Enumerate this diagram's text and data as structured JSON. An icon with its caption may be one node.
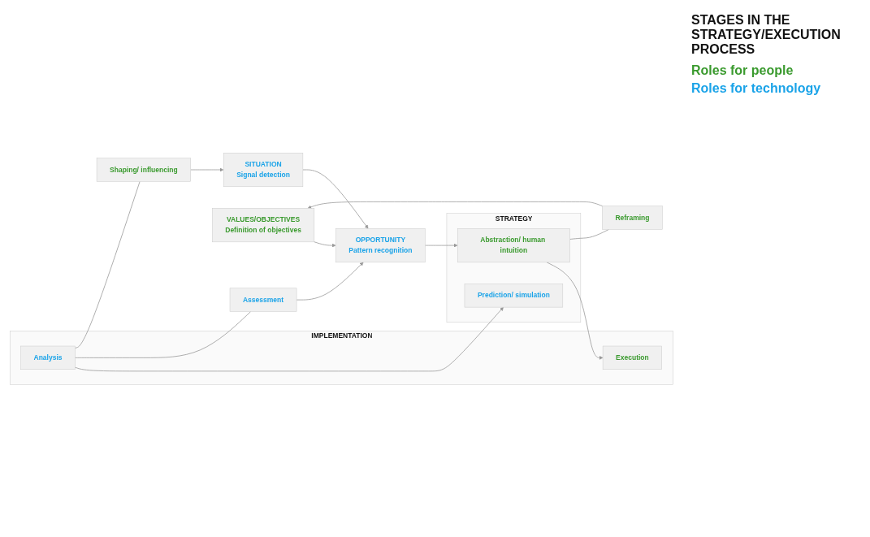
{
  "diagram": {
    "nodes": [
      {
        "text": [
          "VALUES/OBJECTIVES",
          "Definition of objectives"
        ]
      },
      {
        "text": [
          "Reframing"
        ]
      },
      {
        "text": [
          "SITUATION",
          "Signal detection"
        ]
      },
      {
        "text": [
          "OPPORTUNITY",
          "Pattern recognition"
        ]
      },
      {
        "text": [
          "STRATEGY"
        ]
      },
      {
        "text": [
          "Abstraction/ human intuition"
        ],
        "in": 4
      },
      {
        "text": [
          "Prediction/ simulation"
        ],
        "in": 4
      },
      {
        "text": [
          "IMPLEMENTATION"
        ]
      },
      {
        "text": [
          "Execution"
        ],
        "in": 7
      },
      {
        "text": [
          "Analysis"
        ],
        "in": 7
      },
      {
        "text": [
          "Assessment"
        ]
      },
      {
        "text": [
          "Shaping/ influencing"
        ]
      }
    ],
    "edges": [
      {
        "from": 2,
        "to": 3,
        "arrow": "to"
      },
      {
        "from": 3,
        "to": 5,
        "arrow": "to"
      },
      {
        "from": 5,
        "to": 8,
        "arrow": "to"
      },
      {
        "from": 0,
        "to": 3,
        "arrow": "to"
      },
      {
        "from": 5,
        "to": 1,
        "arrow": "none"
      },
      {
        "from": 1,
        "to": 0,
        "arrow": "to"
      },
      {
        "from": 9,
        "to": 6,
        "arrow": "to"
      },
      {
        "from": 9,
        "to": 10,
        "arrow": "none"
      },
      {
        "from": 10,
        "to": 3,
        "arrow": "to"
      },
      {
        "from": 9,
        "to": 11,
        "arrow": "none"
      },
      {
        "from": 11,
        "to": 2,
        "arrow": "to"
      }
    ],
    "labels": [
      "STAGES IN THE STRATEGY/EXECUTION PROCESS"
    ],
    "legend": [
      {
        "text": "Roles for people",
        "color": "#3a9a2e"
      },
      {
        "text": "Roles for technology",
        "color": "#1aa3e8"
      }
    ]
  }
}
